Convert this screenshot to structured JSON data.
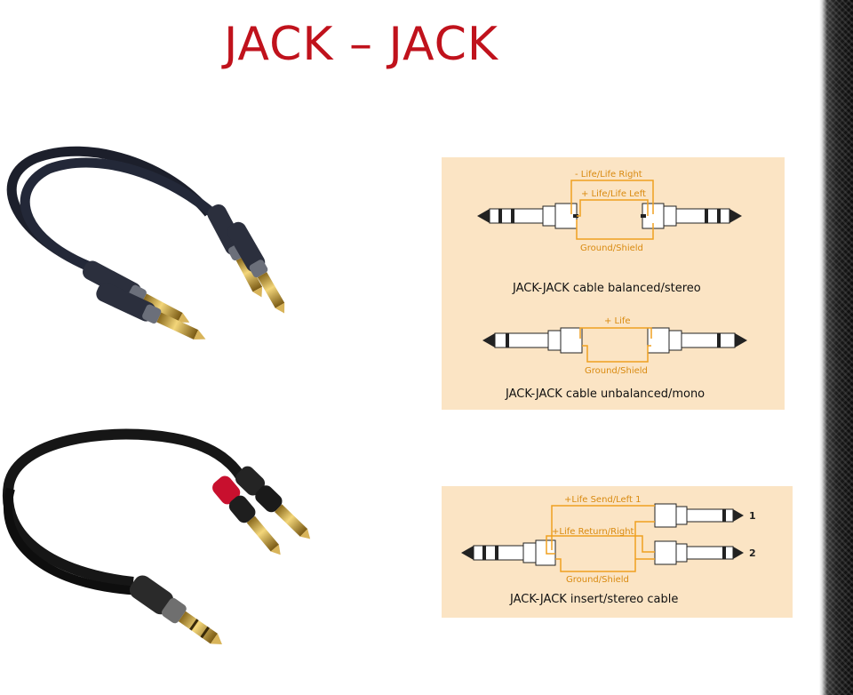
{
  "page": {
    "title": "JACK – JACK"
  },
  "diagram_top": {
    "balanced": {
      "wire_right": "- Life/Life Right",
      "wire_left": "+ Life/Life Left",
      "ground": "Ground/Shield",
      "caption": "JACK-JACK cable balanced/stereo"
    },
    "unbalanced": {
      "wire_life": "+ Life",
      "ground": "Ground/Shield",
      "caption": "JACK-JACK cable unbalanced/mono"
    }
  },
  "diagram_bottom": {
    "wire_send": "+Life Send/Left 1",
    "wire_return": "+Life Return/Right",
    "ground": "Ground/Shield",
    "plug_1": "1",
    "plug_2": "2",
    "caption": "JACK-JACK insert/stereo cable"
  },
  "colors": {
    "title": "#c0121c",
    "panel_bg": "#fbe4c4",
    "wire": "#f0a020",
    "wire_label": "#d98a10",
    "cable": "#1c1f2b",
    "gold": "#c9a13a",
    "red_boot": "#c8102e"
  }
}
